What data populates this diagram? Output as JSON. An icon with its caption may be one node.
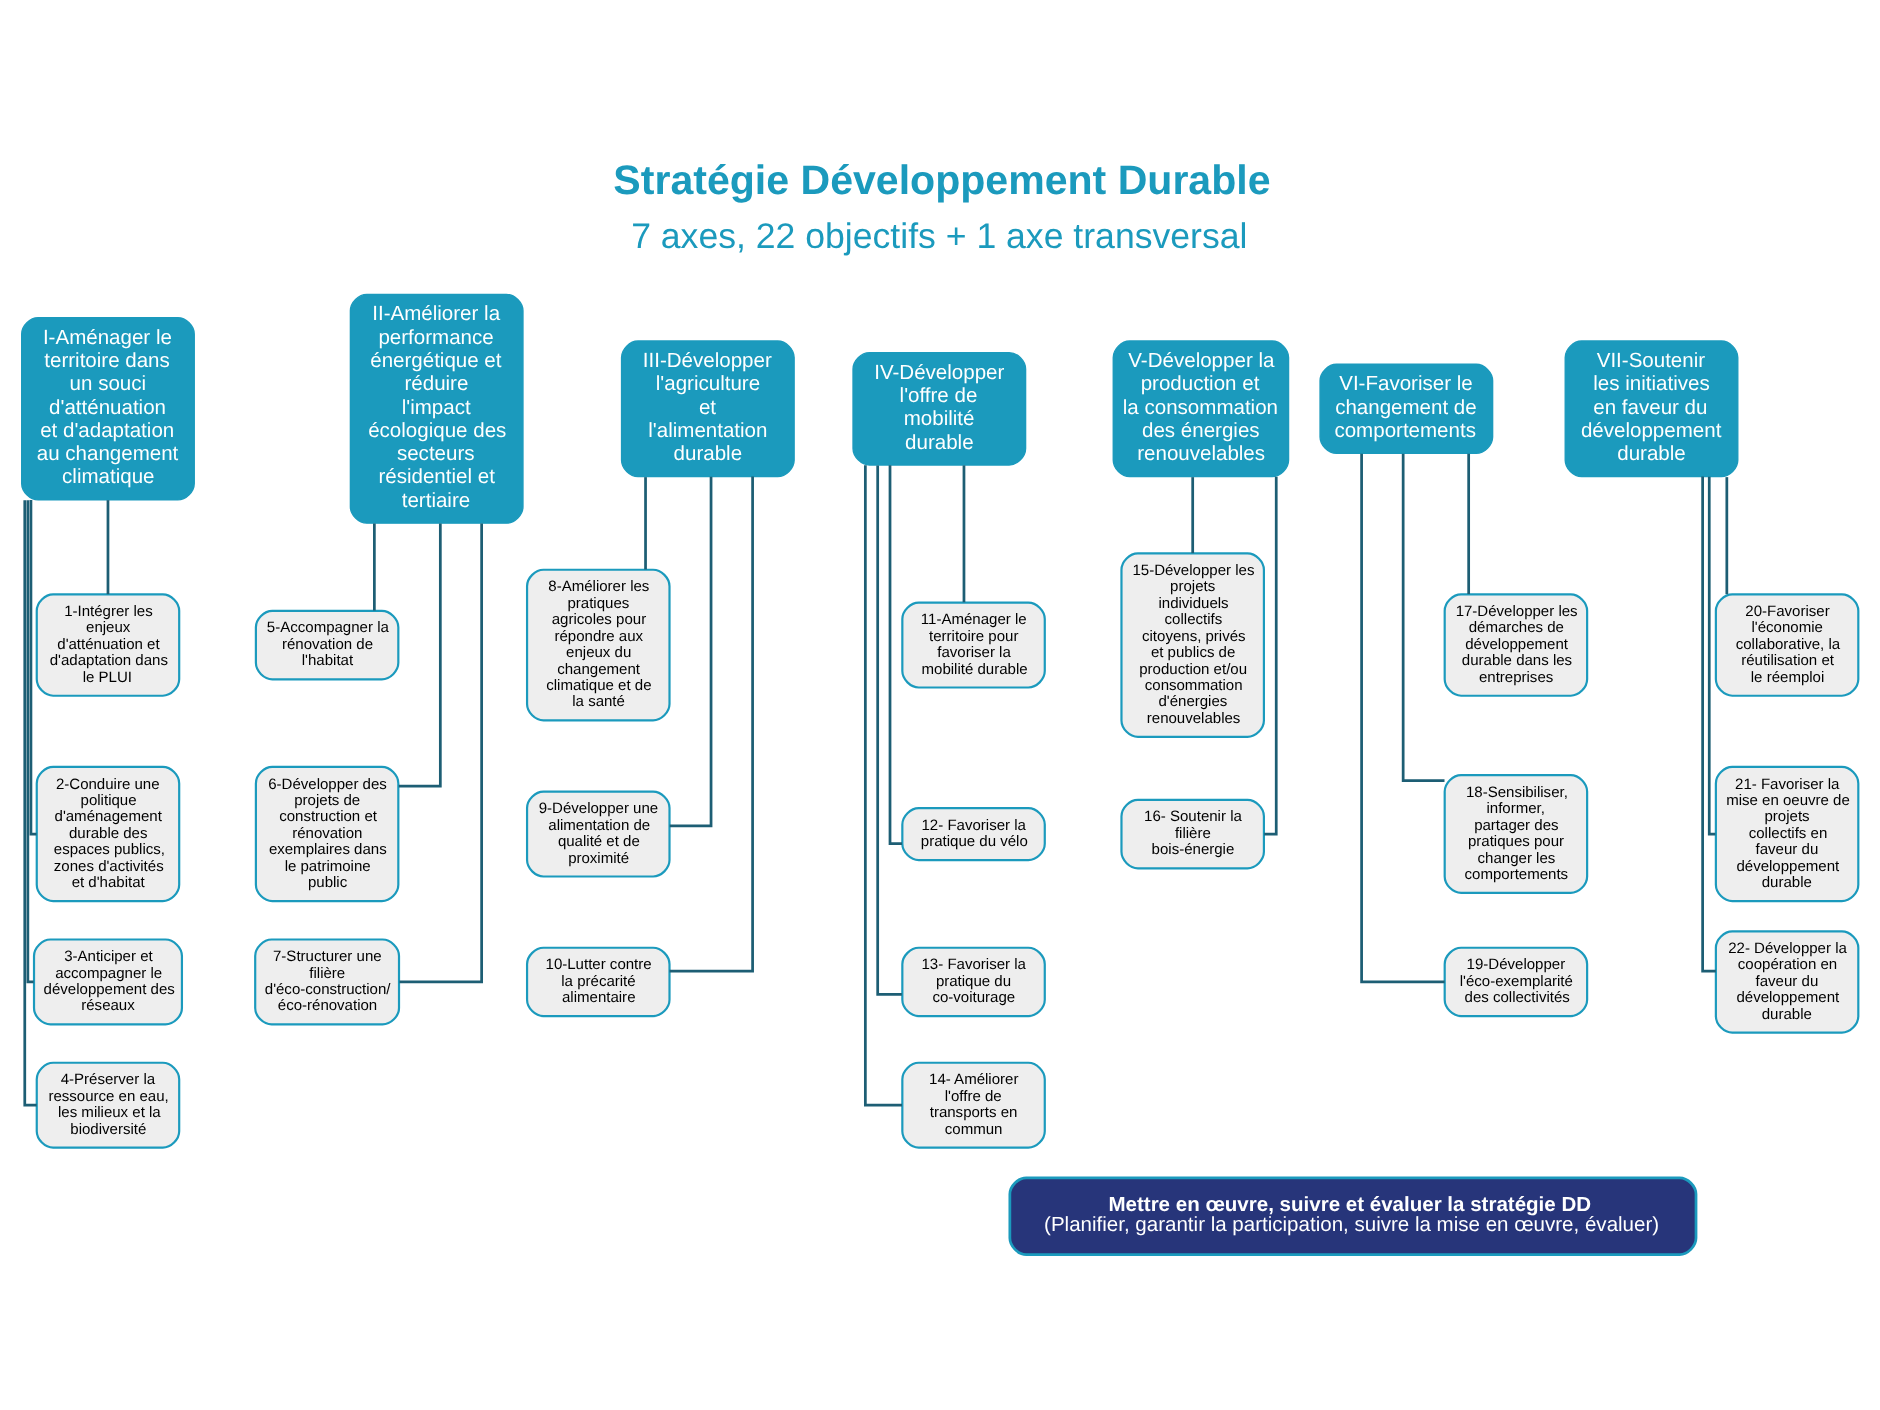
{
  "diagram": {
    "title": "Stratégie Développement Durable",
    "nodes": [
      {
        "text": [
          "I-Aménager le territoire dans un souci d'atténuation et d'adaptation au changement climatique"
        ]
      },
      {
        "text": [
          "1-Intégrer les enjeux d'atténuation et d'adaptation dans le PLUI"
        ]
      },
      {
        "text": [
          "2-Conduire une politique d'aménagement durable des espaces publics, zones d'activités et d'habitat"
        ]
      },
      {
        "text": [
          "3-Anticiper et accompagner le développement des réseaux"
        ]
      },
      {
        "text": [
          "4-Préserver la ressource en eau, les milieux et la biodiversité"
        ]
      },
      {
        "text": [
          "II-Améliorer la performance énergétique et réduire l'impact écologique des secteurs résidentiel et tertiaire"
        ]
      },
      {
        "text": [
          "5-Accompagner la rénovation de l'habitat"
        ]
      },
      {
        "text": [
          "6-Développer des projets de construction et rénovation exemplaires dans le patrimoine public"
        ]
      },
      {
        "text": [
          "7-Structurer une filière d'éco-construction/éco-rénovation"
        ]
      },
      {
        "text": [
          "III-Développer l'agriculture et l'alimentation durable"
        ]
      },
      {
        "text": [
          "8-Améliorer les pratiques agricoles pour répondre aux enjeux du changement climatique et de la santé"
        ]
      },
      {
        "text": [
          "9-Développer une alimentation de qualité et de proximité"
        ]
      },
      {
        "text": [
          "10-Lutter contre la précarité alimentaire"
        ]
      },
      {
        "text": [
          "IV-Développer l'offre de mobilité durable"
        ]
      },
      {
        "text": [
          "11-Aménager le territoire pour favoriser la mobilité durable"
        ]
      },
      {
        "text": [
          "12- Favoriser la pratique du vélo"
        ]
      },
      {
        "text": [
          "13- Favoriser la pratique du co-voiturage"
        ]
      },
      {
        "text": [
          "14- Améliorer l'offre de transports en commun"
        ]
      },
      {
        "text": [
          "V-Développer la production et la consommation des énergies renouvelables"
        ]
      },
      {
        "text": [
          "15-Développer les projets individuels collectifs citoyens, privés et publics de production et/ou consommation d'énergies renouvelables"
        ]
      },
      {
        "text": [
          "16- Soutenir la filière bois-énergie"
        ]
      },
      {
        "text": [
          "VI-Favoriser le changement de comportements"
        ]
      },
      {
        "text": [
          "17-Développer les démarches de développement durable dans les entreprises"
        ]
      },
      {
        "text": [
          "18-Sensibiliser, informer, partager des pratiques pour changer les comportements"
        ]
      },
      {
        "text": [
          "19-Développer l'éco-exemplarité des collectivités"
        ]
      },
      {
        "text": [
          "VII-Soutenir les initiatives en faveur du développement durable"
        ]
      },
      {
        "text": [
          "20-Favoriser l'économie collaborative, la réutilisation et le réemploi"
        ]
      },
      {
        "text": [
          "21- Favoriser la mise en oeuvre de projets collectifs en faveur du développement durable"
        ]
      },
      {
        "text": [
          "22- Développer la coopération en faveur du développement durable"
        ]
      },
      {
        "text": [
          "Mettre en œuvre, suivre et évaluer la stratégie DD",
          "(Planifier, garantir la participation, suivre la mise en œuvre, évaluer)"
        ]
      }
    ],
    "edges": [
      {
        "from": 0,
        "to": 1,
        "arrow": "none"
      },
      {
        "from": 0,
        "to": 2,
        "arrow": "none"
      },
      {
        "from": 0,
        "to": 3,
        "arrow": "none"
      },
      {
        "from": 0,
        "to": 4,
        "arrow": "none"
      },
      {
        "from": 5,
        "to": 6,
        "arrow": "none"
      },
      {
        "from": 5,
        "to": 7,
        "arrow": "none"
      },
      {
        "from": 5,
        "to": 8,
        "arrow": "none"
      },
      {
        "from": 9,
        "to": 10,
        "arrow": "none"
      },
      {
        "from": 9,
        "to": 11,
        "arrow": "none"
      },
      {
        "from": 9,
        "to": 12,
        "arrow": "none"
      },
      {
        "from": 13,
        "to": 14,
        "arrow": "none"
      },
      {
        "from": 13,
        "to": 15,
        "arrow": "none"
      },
      {
        "from": 13,
        "to": 16,
        "arrow": "none"
      },
      {
        "from": 13,
        "to": 17,
        "arrow": "none"
      },
      {
        "from": 18,
        "to": 19,
        "arrow": "none"
      },
      {
        "from": 18,
        "to": 20,
        "arrow": "none"
      },
      {
        "from": 21,
        "to": 22,
        "arrow": "none"
      },
      {
        "from": 21,
        "to": 23,
        "arrow": "none"
      },
      {
        "from": 21,
        "to": 24,
        "arrow": "none"
      },
      {
        "from": 25,
        "to": 26,
        "arrow": "none"
      },
      {
        "from": 25,
        "to": 27,
        "arrow": "none"
      },
      {
        "from": 25,
        "to": 28,
        "arrow": "none"
      }
    ],
    "labels": [
      "7 axes, 22 objectifs + 1 axe transversal"
    ]
  }
}
